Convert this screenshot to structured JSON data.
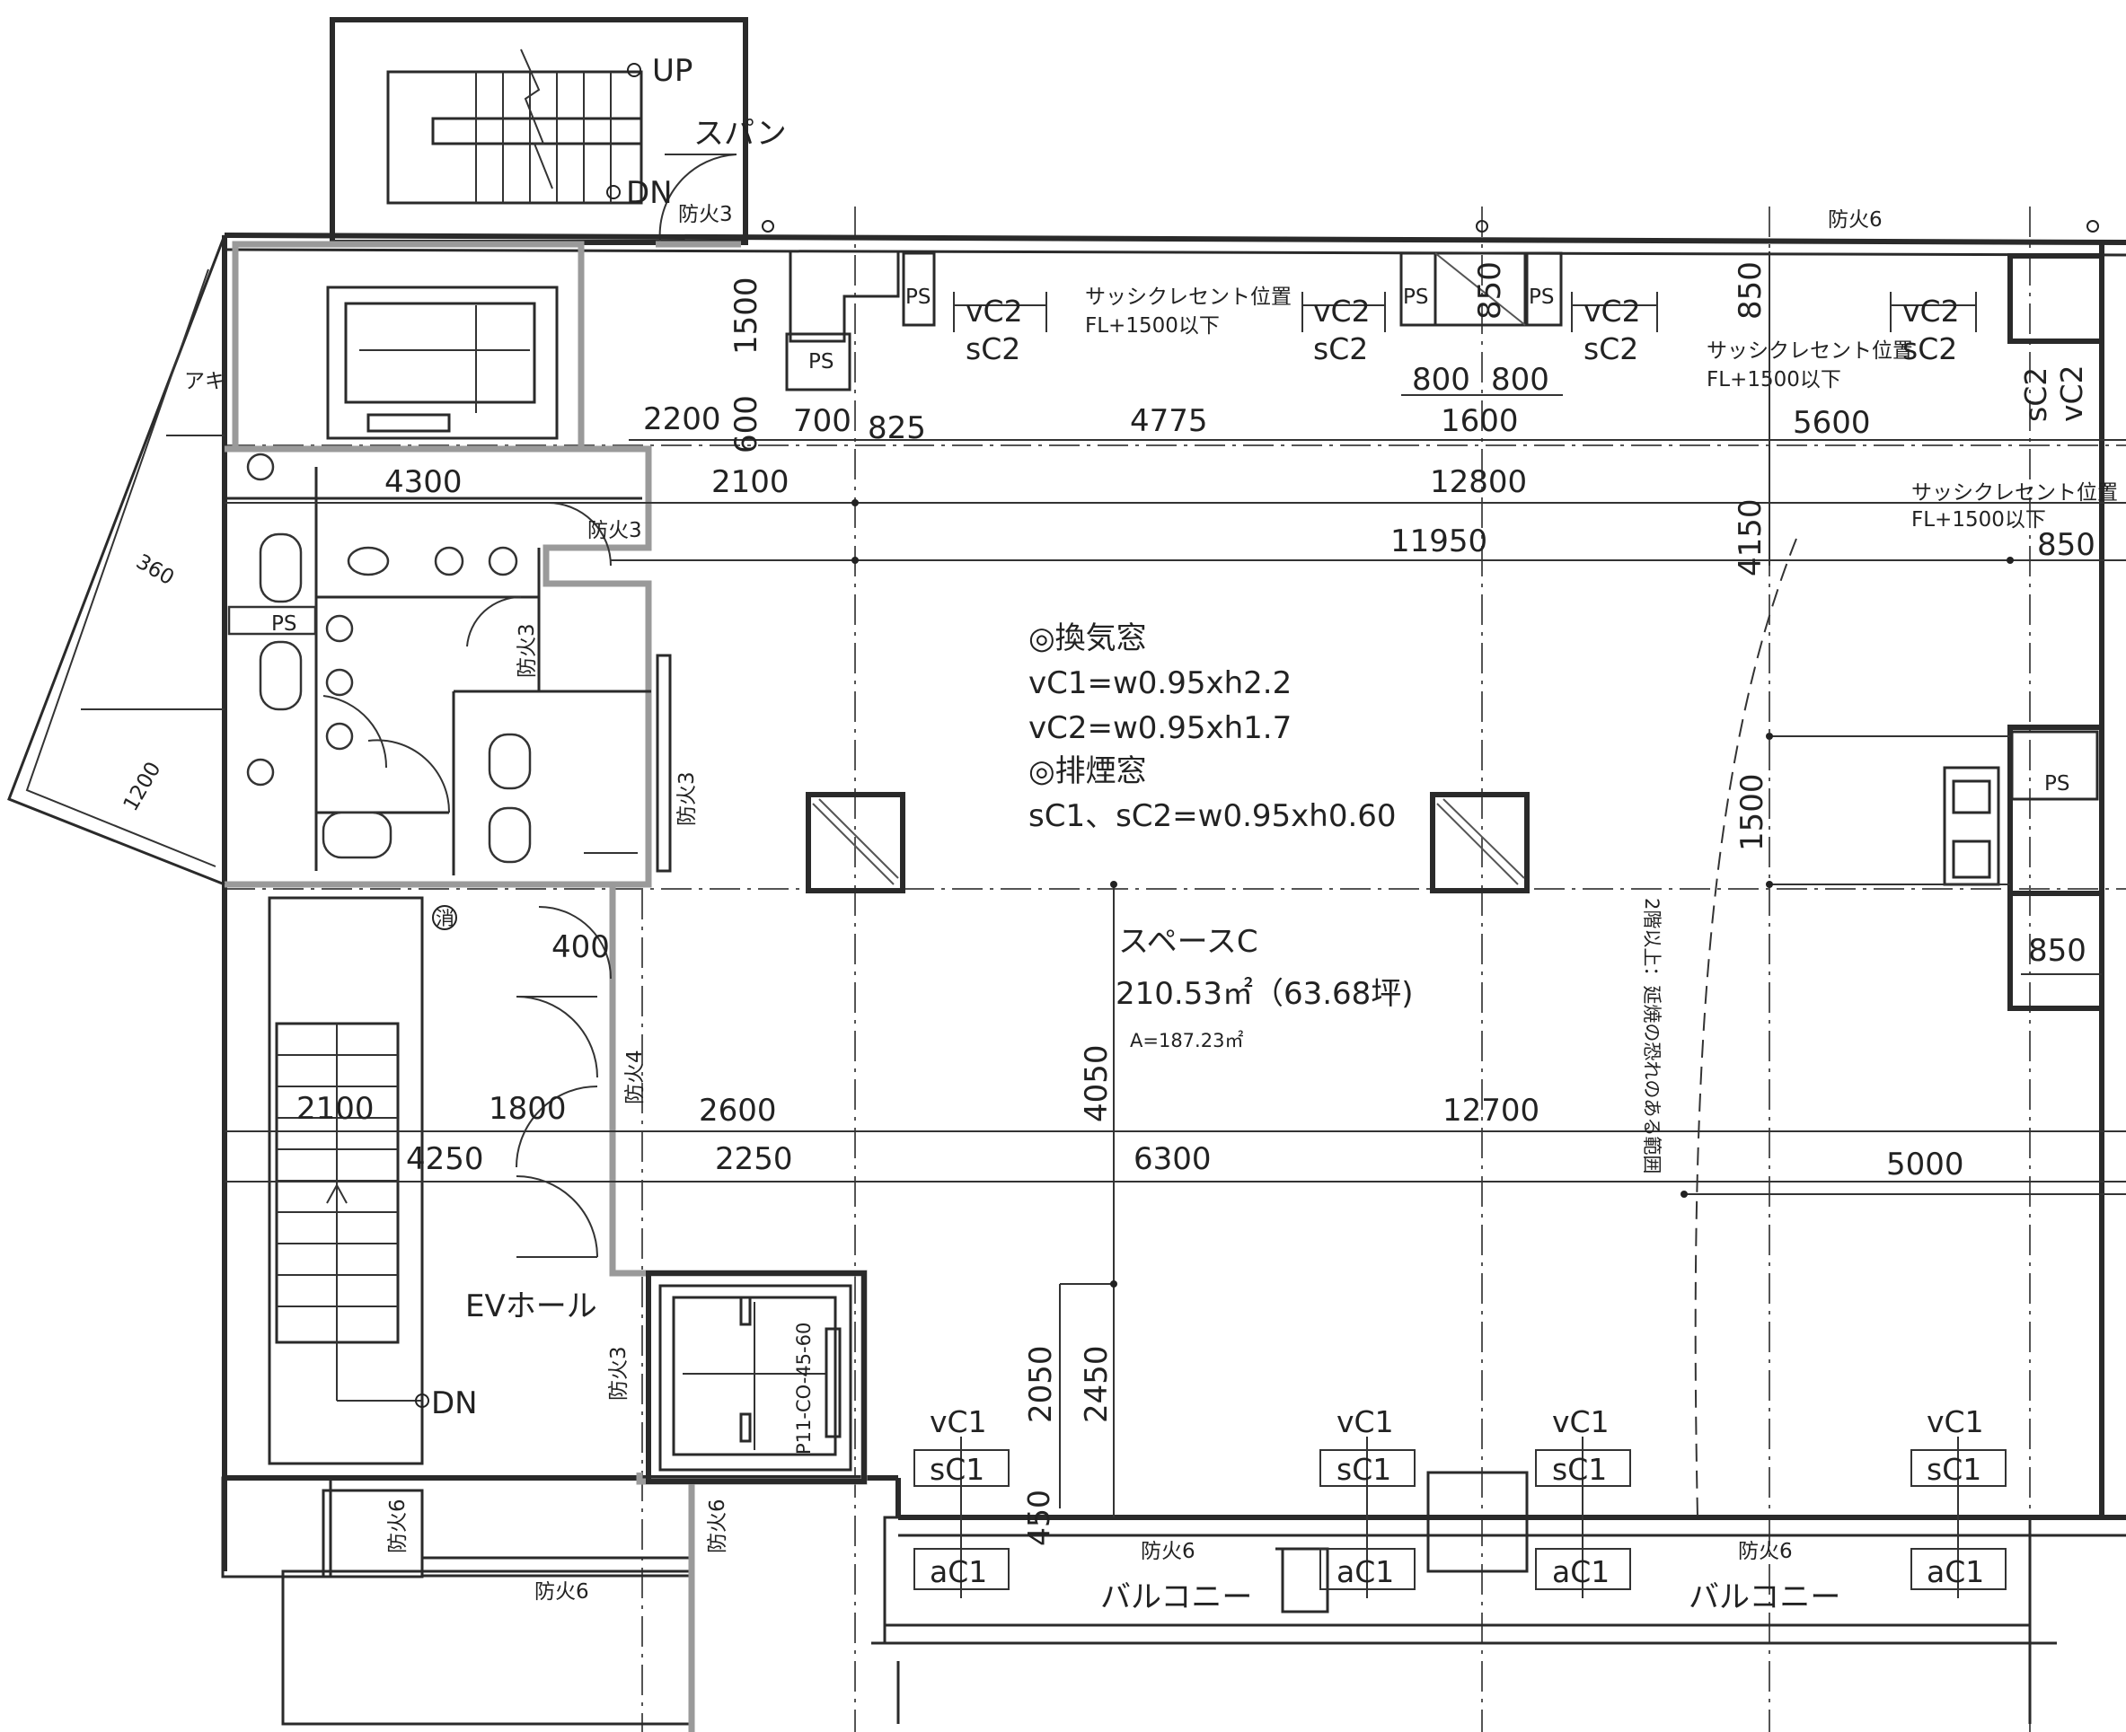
{
  "stair_top": {
    "up": "UP",
    "dn": "DN",
    "span": "スパン",
    "fire": "防火3"
  },
  "fire_top_right": "防火6",
  "top_windows": {
    "vc2": "vC2",
    "sc2": "sC2",
    "ps": "PS",
    "sash_label": "サッシクレセント位置",
    "sash_height": "FL+1500以下"
  },
  "dims": {
    "d1500_top": "1500",
    "d600": "600",
    "d2200": "2200",
    "d700": "700",
    "d825": "825",
    "d4775": "4775",
    "d850a": "850",
    "d850b": "850",
    "d800a": "800",
    "d800b": "800",
    "d1600": "1600",
    "d5600": "5600",
    "d4300": "4300",
    "d2100_top": "2100",
    "d12800": "12800",
    "d11950": "11950",
    "d4150": "4150",
    "d850_right": "850",
    "d1500_right": "1500",
    "d850_mid": "850",
    "d400": "400",
    "d2100_left": "2100",
    "d1800": "1800",
    "d2600": "2600",
    "d12700": "12700",
    "d4250": "4250",
    "d2250": "2250",
    "d6300": "6300",
    "d5000": "5000",
    "d4050": "4050",
    "d2050": "2050",
    "d2450": "2450",
    "d450": "450",
    "d360": "360",
    "d1200": "1200"
  },
  "notes": {
    "ventilation_title": "◎換気窓",
    "vc1_spec": "vC1=w0.95xh2.2",
    "vc2_spec": "vC2=w0.95xh1.7",
    "smoke_title": "◎排煙窓",
    "smoke_spec": "sC1、sC2=w0.95xh0.60"
  },
  "space": {
    "name": "スペースC",
    "area": "210.53㎡（63.68坪)",
    "a_area": "A=187.23㎡"
  },
  "fire_labels": {
    "f3": "防火3",
    "f4": "防火4",
    "f6": "防火6"
  },
  "rooms": {
    "ev_hall": "EVホール",
    "balcony": "バルコニー",
    "dn": "DN",
    "aki": "アキ",
    "ps": "PS",
    "fire_hydrant": "消"
  },
  "bottom_windows": {
    "vc1": "vC1",
    "sc1": "sC1",
    "ac1": "aC1"
  },
  "elevator_label": "P11-CO-45-60",
  "fire_spread_note": "2階以上：延焼の恐れのある範囲"
}
